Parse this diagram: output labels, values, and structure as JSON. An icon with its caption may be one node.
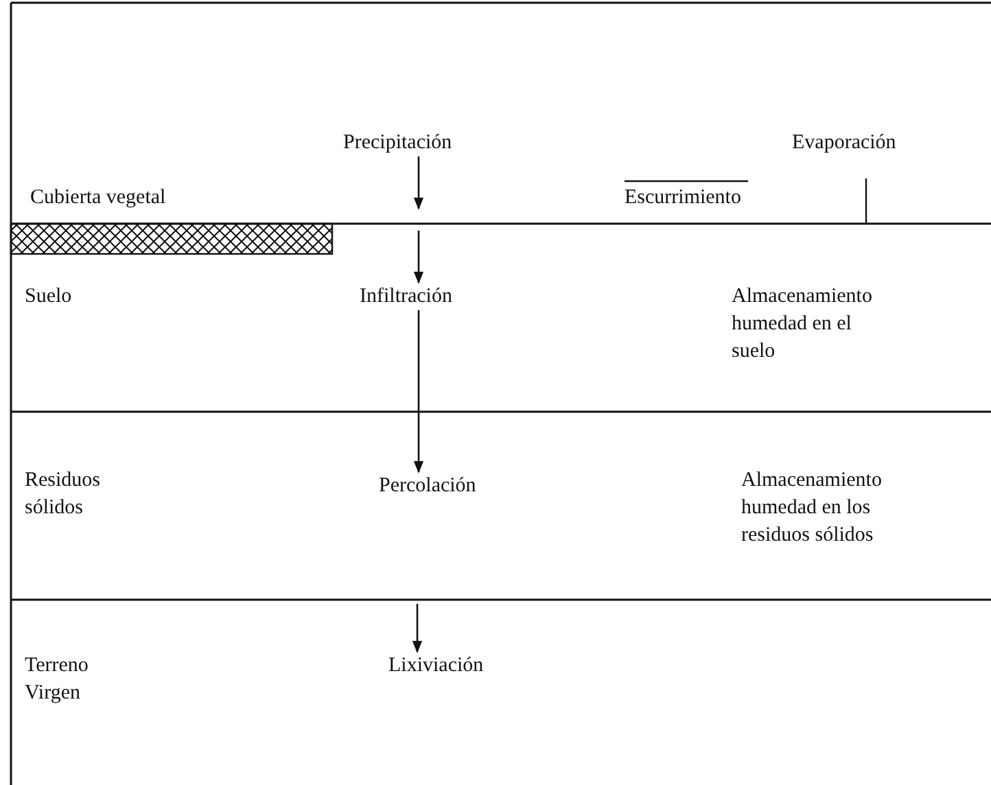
{
  "diagram": {
    "nodes": [
      {
        "text": [
          "Precipitación"
        ]
      },
      {
        "text": [
          "Infiltración"
        ]
      },
      {
        "text": [
          "Percolación"
        ]
      },
      {
        "text": [
          "Lixiviación"
        ]
      }
    ],
    "edges": [
      {
        "from": 0,
        "to": null,
        "arrow": "to"
      },
      {
        "from": null,
        "to": 1,
        "arrow": "to"
      },
      {
        "from": 1,
        "to": 2,
        "arrow": "to"
      },
      {
        "from": null,
        "to": 3,
        "arrow": "to"
      }
    ],
    "labels": [
      "Evaporación",
      "Cubierta vegetal",
      "Escurrimiento",
      "Suelo",
      "Almacenamiento humedad en el suelo",
      "Residuos sólidos",
      "Almacenamiento humedad en los residuos sólidos",
      "Terreno Virgen"
    ]
  }
}
